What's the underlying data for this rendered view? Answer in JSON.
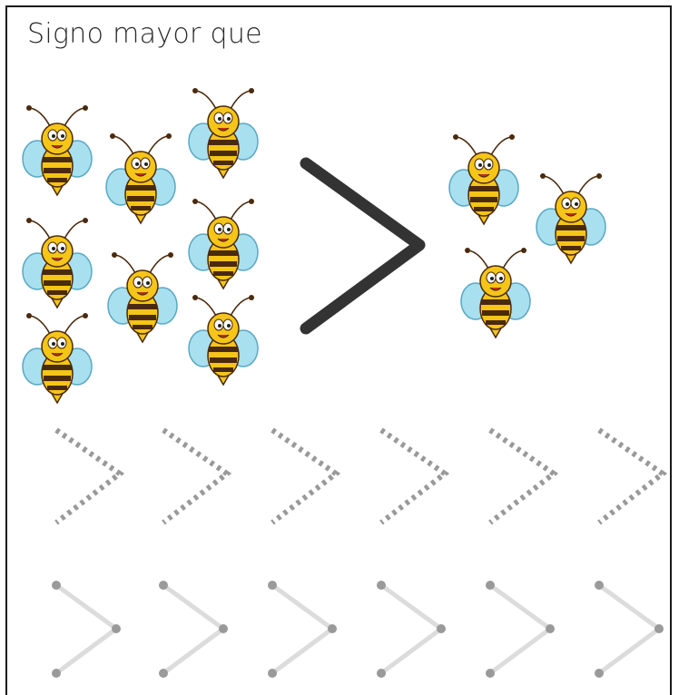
{
  "worksheet": {
    "title": "Signo mayor que"
  },
  "illustration": {
    "left_group_count": 8,
    "right_group_count": 3,
    "sign": ">",
    "icon": "bee-icon",
    "colors": {
      "bee_body": "#f5c518",
      "bee_stripe": "#4a2a0c",
      "bee_wing": "#a8e0f0",
      "sign": "#333333",
      "dashed_sign": "#999999",
      "guide_line": "#dcdcdc",
      "guide_dot": "#9a9a9a"
    }
  },
  "practice": {
    "dashed_rows": 1,
    "dotted_rows": 1,
    "per_row": 6
  }
}
